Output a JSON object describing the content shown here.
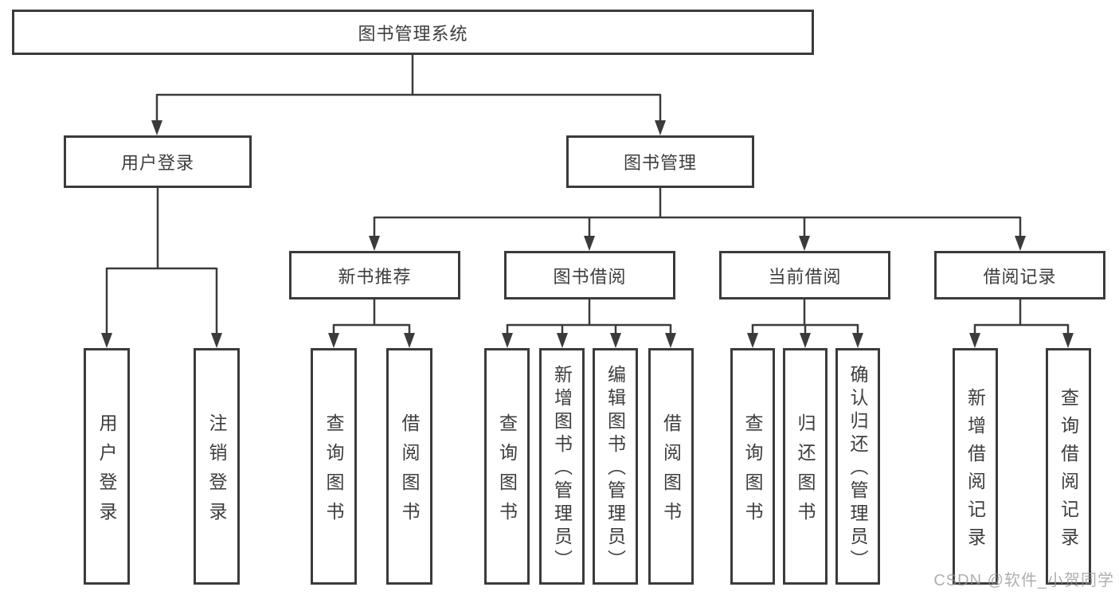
{
  "diagram": {
    "root": {
      "label": "图书管理系统"
    },
    "level2": [
      {
        "label": "用户登录"
      },
      {
        "label": "图书管理"
      }
    ],
    "level3": [
      {
        "label": "新书推荐"
      },
      {
        "label": "图书借阅"
      },
      {
        "label": "当前借阅"
      },
      {
        "label": "借阅记录"
      }
    ],
    "leaves": {
      "user_login": [
        "用户登录",
        "注销登录"
      ],
      "new_book": [
        "查询图书",
        "借阅图书"
      ],
      "borrow": [
        "查询图书",
        "新增图书（管理员）",
        "编辑图书（管理员）",
        "借阅图书"
      ],
      "current": [
        "查询图书",
        "归还图书",
        "确认归还（管理员）"
      ],
      "records": [
        "新增借阅记录",
        "查询借阅记录"
      ]
    }
  },
  "watermark": "CSDN @软件_小贺同学",
  "colors": {
    "line": "#3b3b3b",
    "text": "#3d3d3d",
    "watermark": "#949494",
    "background": "#ffffff"
  }
}
